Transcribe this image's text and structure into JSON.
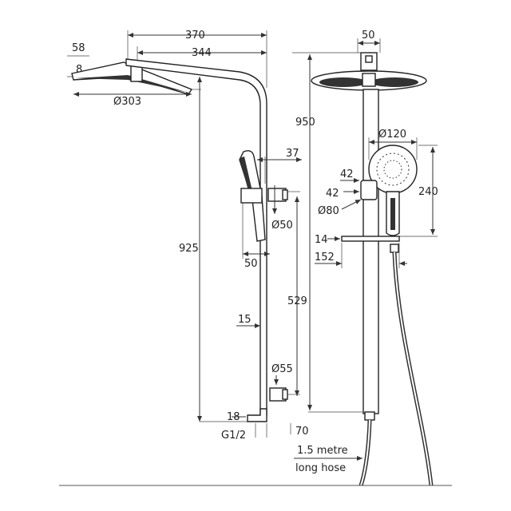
{
  "side_view": {
    "dim_370": "370",
    "dim_344": "344",
    "dim_58": "58",
    "dim_8": "8",
    "dim_303": "Ø303",
    "dim_37": "37",
    "dim_50_bracket": "Ø50",
    "dim_925": "925",
    "dim_50": "50",
    "dim_529": "529",
    "dim_15": "15",
    "dim_55": "Ø55",
    "dim_18": "18",
    "dim_g12": "G1/2",
    "dim_70": "70"
  },
  "front_view": {
    "dim_50": "50",
    "dim_950": "950",
    "dim_120": "Ø120",
    "dim_42a": "42",
    "dim_42b": "42",
    "dim_240": "240",
    "dim_80": "Ø80",
    "dim_14": "14",
    "dim_152": "152",
    "hose_line1": "1.5 metre",
    "hose_line2": "long hose"
  }
}
